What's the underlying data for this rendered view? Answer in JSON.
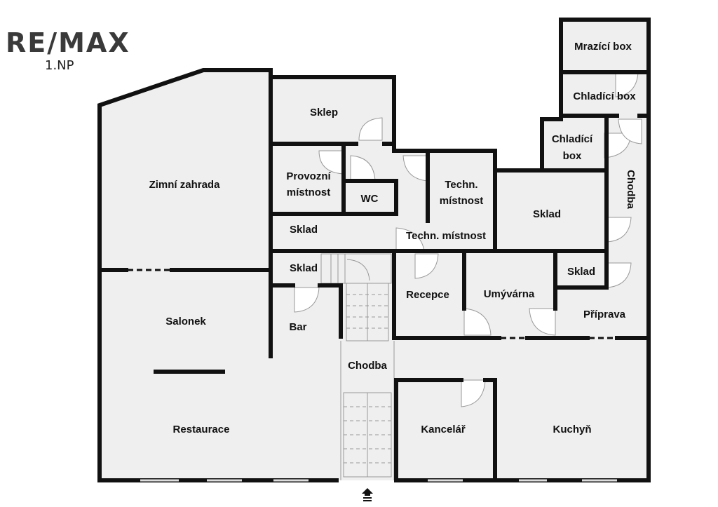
{
  "logo": {
    "brand": "RE/MAX",
    "overlay": "1.NP"
  },
  "rooms": {
    "zimni_zahrada": "Zimní zahrada",
    "sklep": "Sklep",
    "provozni_1": "Provozní",
    "provozni_2": "místnost",
    "wc": "WC",
    "techn_1": "Techn.",
    "techn_2": "místnost",
    "techn_mistnost": "Techn. místnost",
    "sklad_upper": "Sklad",
    "sklad_mid": "Sklad",
    "sklad_right": "Sklad",
    "sklad_small": "Sklad",
    "mrazici_box": "Mrazící box",
    "chladici_box": "Chladící box",
    "chladici_1": "Chladící",
    "chladici_2": "box",
    "chodba_vertical": "Chodba",
    "salonek": "Salonek",
    "bar": "Bar",
    "recepce": "Recepce",
    "umyvarna": "Umývárna",
    "priprava": "Příprava",
    "chodba": "Chodba",
    "restaurace": "Restaurace",
    "kancelar": "Kancelář",
    "kuchyn": "Kuchyň"
  },
  "entrance_icon": "entrance-arrow-icon"
}
